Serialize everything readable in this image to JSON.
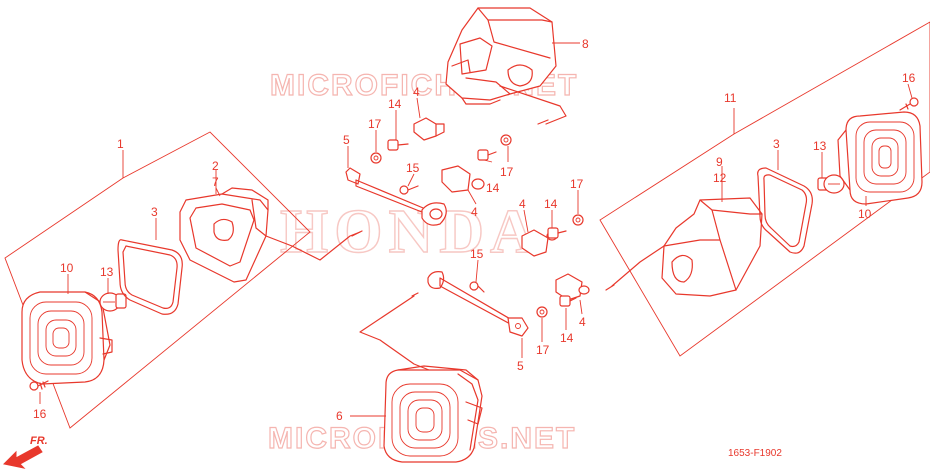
{
  "diagram_code": "1653-F1902",
  "front_marker": "FR.",
  "watermark_top": "MICROFICHES.NET",
  "watermark_bottom": "MICROFICHES.NET",
  "watermark_center": "HONDA",
  "callouts": {
    "c1": "1",
    "c2": "2",
    "c7": "7",
    "c3a": "3",
    "c10a": "10",
    "c13a": "13",
    "c16a": "16",
    "c8": "8",
    "c14a": "14",
    "c4a": "4",
    "c17a": "17",
    "c5a": "5",
    "c15a": "15",
    "c17b": "17",
    "c14b": "14",
    "c4b": "4",
    "c4c": "4",
    "c14c": "14",
    "c17c": "17",
    "c15b": "15",
    "c5b": "5",
    "c17d": "17",
    "c14d": "14",
    "c4d": "4",
    "c6": "6",
    "c11": "11",
    "c9": "9",
    "c12": "12",
    "c3b": "3",
    "c13b": "13",
    "c10b": "10",
    "c16b": "16"
  }
}
